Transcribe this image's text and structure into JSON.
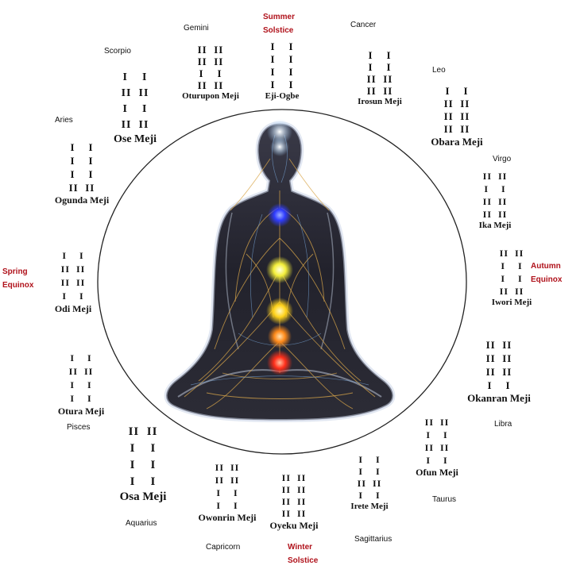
{
  "odu": [
    {
      "id": "oturupon",
      "name": "Oturupon Meji",
      "marks": [
        "II  II",
        "II  II",
        "I    I",
        "II  II"
      ]
    },
    {
      "id": "eji-ogbe",
      "name": "Eji-Ogbe",
      "marks": [
        "I    I",
        "I    I",
        "I    I",
        "I    I"
      ]
    },
    {
      "id": "irosun",
      "name": "Irosun Meji",
      "marks": [
        "I    I",
        "I    I",
        "II  II",
        "II  II"
      ]
    },
    {
      "id": "obara",
      "name": "Obara Meji",
      "marks": [
        "I    I",
        "II  II",
        "II  II",
        "II  II"
      ]
    },
    {
      "id": "ika",
      "name": "Ika Meji",
      "marks": [
        "II  II",
        "I    I",
        "II  II",
        "II  II"
      ]
    },
    {
      "id": "iwori",
      "name": "Iwori Meji",
      "marks": [
        "II  II",
        "I    I",
        "I    I",
        "II  II"
      ]
    },
    {
      "id": "okanran",
      "name": "Okanran Meji",
      "marks": [
        "II  II",
        "II  II",
        "II  II",
        "I    I"
      ]
    },
    {
      "id": "ofun",
      "name": "Ofun Meji",
      "marks": [
        "II  II",
        "I    I",
        "II  II",
        "I    I"
      ]
    },
    {
      "id": "irete",
      "name": "Irete Meji",
      "marks": [
        "I    I",
        "I    I",
        "II  II",
        "I    I"
      ]
    },
    {
      "id": "oyeku",
      "name": "Oyeku Meji",
      "marks": [
        "II  II",
        "II  II",
        "II  II",
        "II  II"
      ]
    },
    {
      "id": "owonrin",
      "name": "Owonrin Meji",
      "marks": [
        "II  II",
        "II  II",
        "I    I",
        "I    I"
      ]
    },
    {
      "id": "osa",
      "name": "Osa Meji",
      "marks": [
        "II  II",
        "I    I",
        "I    I",
        "I    I"
      ]
    },
    {
      "id": "otura",
      "name": "Otura Meji",
      "marks": [
        "I    I",
        "II  II",
        "I    I",
        "I    I"
      ]
    },
    {
      "id": "odi",
      "name": "Odi Meji",
      "marks": [
        "I    I",
        "II  II",
        "II  II",
        "I    I"
      ]
    },
    {
      "id": "ogunda",
      "name": "Ogunda Meji",
      "marks": [
        "I    I",
        "I    I",
        "I    I",
        "II  II"
      ]
    },
    {
      "id": "ose",
      "name": "Ose Meji",
      "marks": [
        "I    I",
        "II  II",
        "I    I",
        "II  II"
      ]
    }
  ],
  "signs": {
    "gemini": "Gemini",
    "cancer": "Cancer",
    "scorpio": "Scorpio",
    "leo": "Leo",
    "aries": "Aries",
    "virgo": "Virgo",
    "pisces": "Pisces",
    "libra": "Libra",
    "taurus": "Taurus",
    "aquarius": "Aquarius",
    "capricorn": "Capricorn",
    "sagittarius": "Sagittarius"
  },
  "markers": {
    "summer": [
      "Summer",
      "Solstice"
    ],
    "winter": [
      "Winter",
      "Solstice"
    ],
    "spring": [
      "Spring",
      "Equinox"
    ],
    "autumn": [
      "Autumn",
      "Equinox"
    ]
  },
  "colors": {
    "marker_red": "#b0121b",
    "chakra_crown": "#ffffff",
    "chakra_third_eye": "#fff6e0",
    "chakra_throat": "#2f3cff",
    "chakra_heart": "#f4ef3a",
    "chakra_solar": "#ffd21a",
    "chakra_sacral": "#ff8a1a",
    "chakra_root": "#ff2f1a",
    "nerve_gold": "#d8a64a",
    "body_dark": "#1a1a22"
  }
}
